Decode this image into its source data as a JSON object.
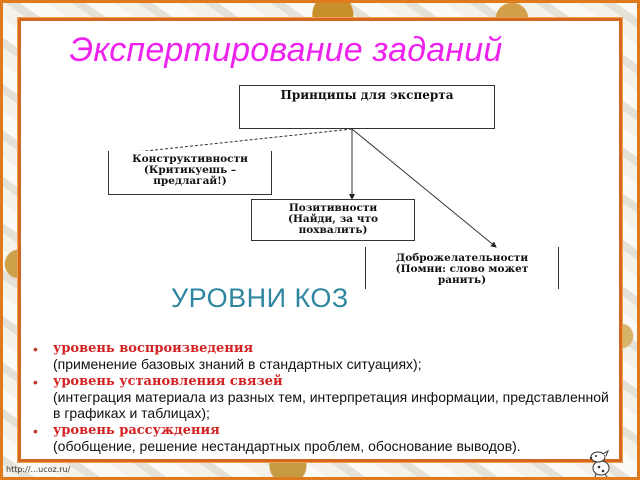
{
  "slide": {
    "title": "Экспертирование заданий",
    "colors": {
      "title": "#ee22ee",
      "heading": "#2f86a0",
      "level_name": "#d42020",
      "frame": "#d2691e"
    }
  },
  "diagram": {
    "root": "Принципы для эксперта",
    "children": [
      {
        "line1": "Конструктивности",
        "line2": "(Критикуешь –",
        "line3": "предлагай!)"
      },
      {
        "line1": "Позитивности",
        "line2": "(Найди, за что",
        "line3": "похвалить)"
      },
      {
        "line1": "Доброжелательности",
        "line2": "(Помни: слово может",
        "line3": "ранить)"
      }
    ]
  },
  "levels": {
    "heading": "УРОВНИ КОЗ",
    "bullet": "•",
    "items": [
      {
        "name": "уровень воспроизведения",
        "desc": "(применение базовых знаний в стандартных ситуациях);"
      },
      {
        "name": "уровень установления связей",
        "desc": "(интеграция материала из разных тем, интерпретация информации, представленной в графиках и таблицах);"
      },
      {
        "name": "уровень рассуждения",
        "desc": "(обобщение, решение нестандартных проблем, обоснование выводов)."
      }
    ]
  },
  "footer": {
    "url": "http://...ucoz.ru/",
    "mascot_icon": "cartoon-dog-icon"
  }
}
